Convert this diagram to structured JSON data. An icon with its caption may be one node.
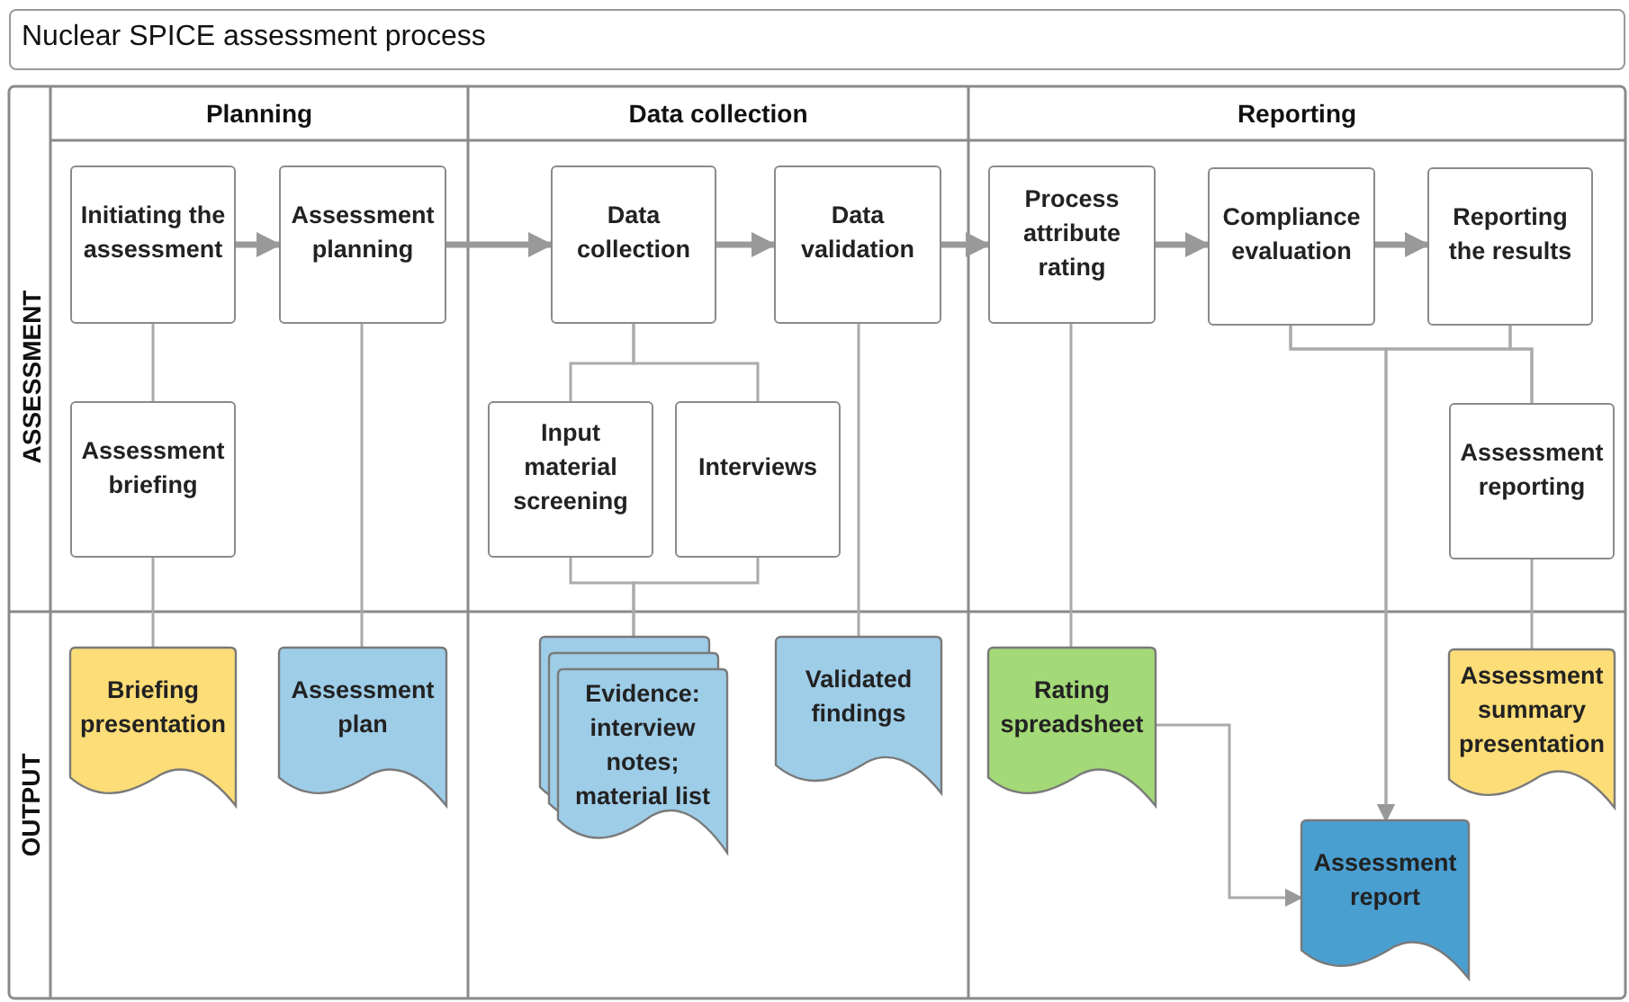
{
  "diagram": {
    "title": "Nuclear SPICE assessment process",
    "nodes": [
      {
        "text": [
          "Initiating the assessment"
        ]
      },
      {
        "text": [
          "Assessment planning"
        ]
      },
      {
        "text": [
          "Data collection"
        ]
      },
      {
        "text": [
          "Data validation"
        ]
      },
      {
        "text": [
          "Process attribute rating"
        ]
      },
      {
        "text": [
          "Compliance evaluation"
        ]
      },
      {
        "text": [
          "Reporting the results"
        ]
      },
      {
        "text": [
          "Assessment briefing"
        ]
      },
      {
        "text": [
          "Input material screening"
        ]
      },
      {
        "text": [
          "Interviews"
        ]
      },
      {
        "text": [
          "Assessment reporting"
        ]
      },
      {
        "text": [
          "Briefing presentation"
        ]
      },
      {
        "text": [
          "Assessment plan"
        ]
      },
      {
        "text": [
          "Evidence: interview notes; material list"
        ]
      },
      {
        "text": [
          "Validated findings"
        ]
      },
      {
        "text": [
          "Rating spreadsheet"
        ]
      },
      {
        "text": [
          "Assessment report"
        ]
      },
      {
        "text": [
          "Assessment summary presentation"
        ]
      }
    ],
    "edges": [
      {
        "from": 0,
        "to": 1,
        "arrow": "to",
        "style": "thick"
      },
      {
        "from": 1,
        "to": 2,
        "arrow": "to",
        "style": "thick"
      },
      {
        "from": 2,
        "to": 3,
        "arrow": "to",
        "style": "thick"
      },
      {
        "from": 3,
        "to": 4,
        "arrow": "to",
        "style": "thick"
      },
      {
        "from": 4,
        "to": 5,
        "arrow": "to",
        "style": "thick"
      },
      {
        "from": 5,
        "to": 6,
        "arrow": "to",
        "style": "thick"
      },
      {
        "from": 0,
        "to": 7,
        "arrow": "none"
      },
      {
        "from": 7,
        "to": 11,
        "arrow": "none"
      },
      {
        "from": 1,
        "to": 12,
        "arrow": "none"
      },
      {
        "from": 2,
        "to": 8,
        "arrow": "none"
      },
      {
        "from": 2,
        "to": 9,
        "arrow": "none"
      },
      {
        "from": 8,
        "to": 13,
        "arrow": "none"
      },
      {
        "from": 9,
        "to": 13,
        "arrow": "none"
      },
      {
        "from": 3,
        "to": 14,
        "arrow": "none"
      },
      {
        "from": 4,
        "to": 15,
        "arrow": "none"
      },
      {
        "from": 5,
        "to": 16,
        "arrow": "to"
      },
      {
        "from": 6,
        "to": 16,
        "arrow": "to"
      },
      {
        "from": 5,
        "to": 10,
        "arrow": "none"
      },
      {
        "from": 6,
        "to": 10,
        "arrow": "none"
      },
      {
        "from": 10,
        "to": 17,
        "arrow": "none"
      },
      {
        "from": 15,
        "to": 16,
        "arrow": "to"
      }
    ],
    "labels": [
      "Planning",
      "Data collection",
      "Reporting",
      "ASSESSMENT",
      "OUTPUT"
    ]
  }
}
